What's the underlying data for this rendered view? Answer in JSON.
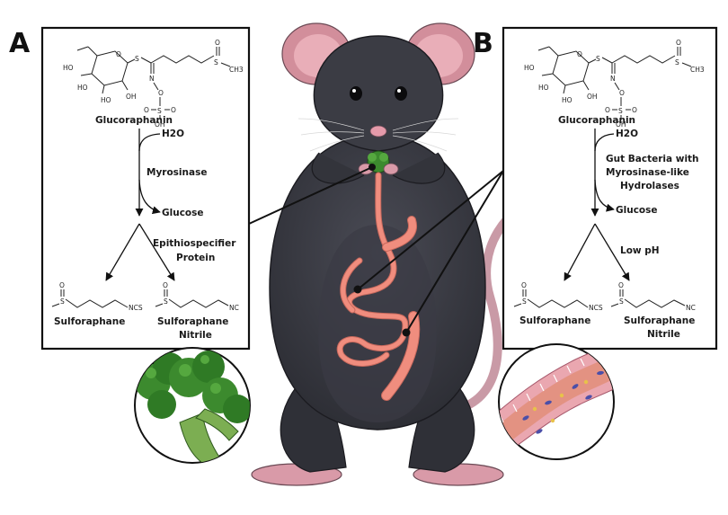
{
  "panels": {
    "a": {
      "letter": "A",
      "compound": "Glucoraphanin",
      "water": "H2O",
      "enzyme": "Myrosinase",
      "byproduct": "Glucose",
      "modifier": [
        "Epithiospecifier",
        "Protein"
      ],
      "product1": "Sulforaphane",
      "product2": [
        "Sulforaphane",
        "Nitrile"
      ]
    },
    "b": {
      "letter": "B",
      "compound": "Glucoraphanin",
      "water": "H2O",
      "enzyme": [
        "Gut Bacteria with",
        "Myrosinase-like",
        "Hydrolases"
      ],
      "byproduct": "Glucose",
      "modifier": "Low pH",
      "product1": "Sulforaphane",
      "product2": [
        "Sulforaphane",
        "Nitrile"
      ]
    }
  },
  "atoms": {
    "ho": "HO",
    "oh": "OH",
    "s": "S",
    "o": "O",
    "n": "N",
    "ch3": "CH3",
    "so3": "S",
    "ncs": "NCS",
    "nc": "NC"
  },
  "colors": {
    "mouse_fur": "#3b3c44",
    "mouse_dark": "#26272d",
    "ear_pink": "#e4a2ad",
    "gut": "#f08d7e",
    "broccoli": "#3c8a2e",
    "tail": "#c99aa6"
  }
}
